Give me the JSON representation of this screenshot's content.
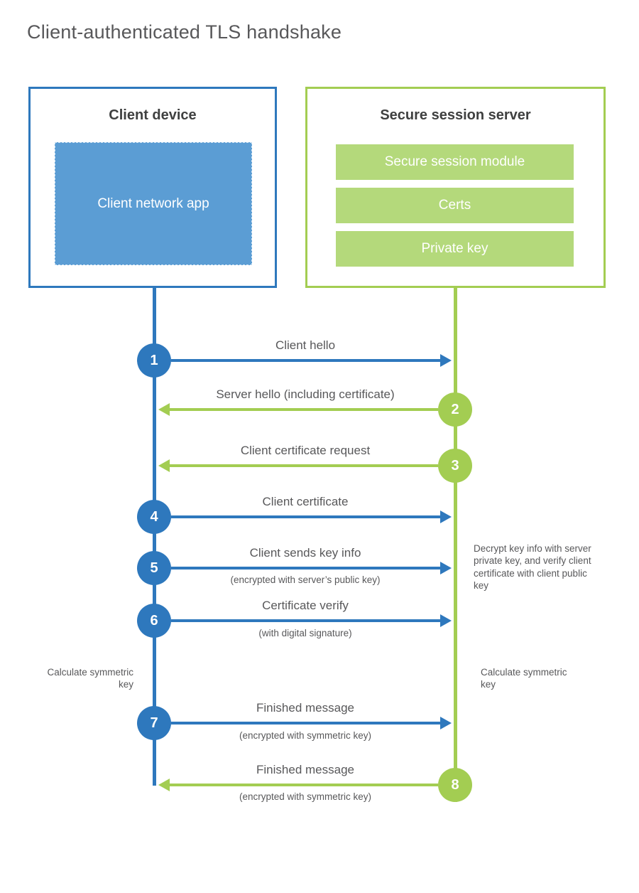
{
  "title": "Client-authenticated TLS handshake",
  "colors": {
    "blue_accent": "#2e78bd",
    "blue_fill": "#5b9dd4",
    "green_accent": "#a3cd52",
    "green_fill": "#b4d97b",
    "text": "#58585a",
    "heading": "#3f4040"
  },
  "client": {
    "title": "Client device",
    "app_label": "Client network app"
  },
  "server": {
    "title": "Secure session server",
    "modules": [
      "Secure session module",
      "Certs",
      "Private key"
    ]
  },
  "messages": [
    {
      "step": "1",
      "from": "client",
      "to": "server",
      "label": "Client hello",
      "sublabel": ""
    },
    {
      "step": "2",
      "from": "server",
      "to": "client",
      "label": "Server hello (including certificate)",
      "sublabel": ""
    },
    {
      "step": "3",
      "from": "server",
      "to": "client",
      "label": "Client certificate request",
      "sublabel": ""
    },
    {
      "step": "4",
      "from": "client",
      "to": "server",
      "label": "Client certificate",
      "sublabel": ""
    },
    {
      "step": "5",
      "from": "client",
      "to": "server",
      "label": "Client sends key info",
      "sublabel": "(encrypted with server’s public key)"
    },
    {
      "step": "6",
      "from": "client",
      "to": "server",
      "label": "Certificate verify",
      "sublabel": "(with digital signature)"
    },
    {
      "step": "7",
      "from": "client",
      "to": "server",
      "label": "Finished message",
      "sublabel": "(encrypted with symmetric key)"
    },
    {
      "step": "8",
      "from": "server",
      "to": "client",
      "label": "Finished message",
      "sublabel": "(encrypted with symmetric key)"
    }
  ],
  "annotations": {
    "decrypt_note": "Decrypt key info with server private key, and verify client certificate with client public key",
    "calc_left": "Calculate symmetric key",
    "calc_right": "Calculate symmetric key"
  }
}
